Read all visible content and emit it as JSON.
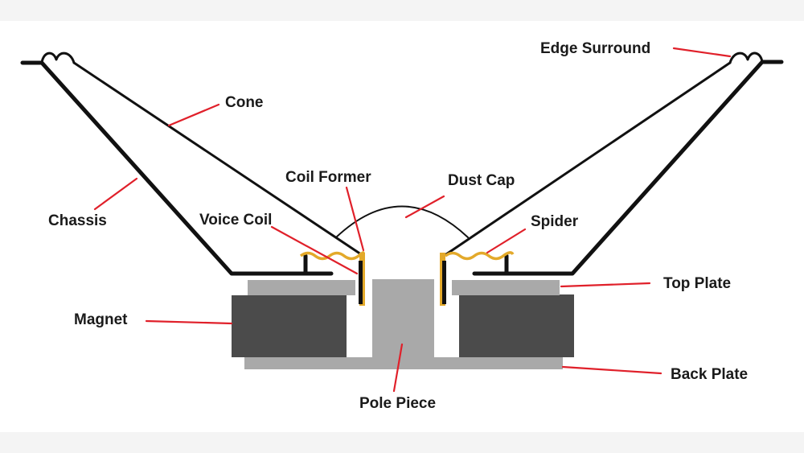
{
  "labels": {
    "edge_surround": "Edge Surround",
    "cone": "Cone",
    "chassis": "Chassis",
    "coil_former": "Coil Former",
    "dust_cap": "Dust Cap",
    "voice_coil": "Voice Coil",
    "spider": "Spider",
    "top_plate": "Top Plate",
    "magnet": "Magnet",
    "back_plate": "Back Plate",
    "pole_piece": "Pole Piece"
  },
  "colors": {
    "outline": "#111111",
    "leader": "#e0202a",
    "magnet": "#4b4b4b",
    "plate": "#a9a9a9",
    "coil": "#e3a92a"
  }
}
